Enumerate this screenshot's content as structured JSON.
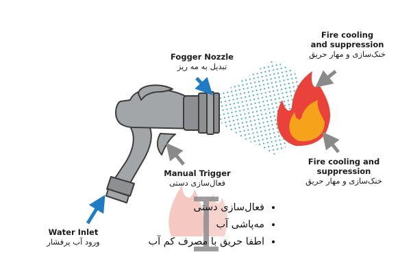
{
  "labels": {
    "fogger_nozzle": {
      "en": "Fogger Nozzle",
      "fa": "تبدیل به مه ریز"
    },
    "cooling_top": {
      "en_line1": "Fire cooling",
      "en_line2": "and suppression",
      "fa": "خنک‌سازی و مهار حریق"
    },
    "cooling_bottom": {
      "en_line1": "Fire cooling and",
      "en_line2": "suppression",
      "fa": "خنک‌سازی و مهار حریق"
    },
    "manual_trigger": {
      "en": "Manual Trigger",
      "fa": "فعال‌سازی دستی"
    },
    "water_inlet": {
      "en": "Water Inlet",
      "fa": "ورود آب پرفشار"
    }
  },
  "bullets": [
    "فعال‌سازی دستی",
    "مه‌پاشی آب",
    "اطفا حریق با مصرف کم آب"
  ],
  "colors": {
    "gun_body": "#a3a6a9",
    "gun_outline": "#3c3c3c",
    "nozzle": "#8d8f92",
    "arrow": "#1f7bc4",
    "arrow_gray": "#8a8a8a",
    "spray": "#3aa6b9",
    "flame_outer": "#e8423a",
    "flame_inner": "#f7a21b",
    "watermark_flame": "#f2b6ae",
    "watermark_letter": "#8d8d8d"
  },
  "icons": {
    "tool": "spray-gun-icon",
    "fire": "fire-icon",
    "logo": "watermark-logo-icon"
  }
}
